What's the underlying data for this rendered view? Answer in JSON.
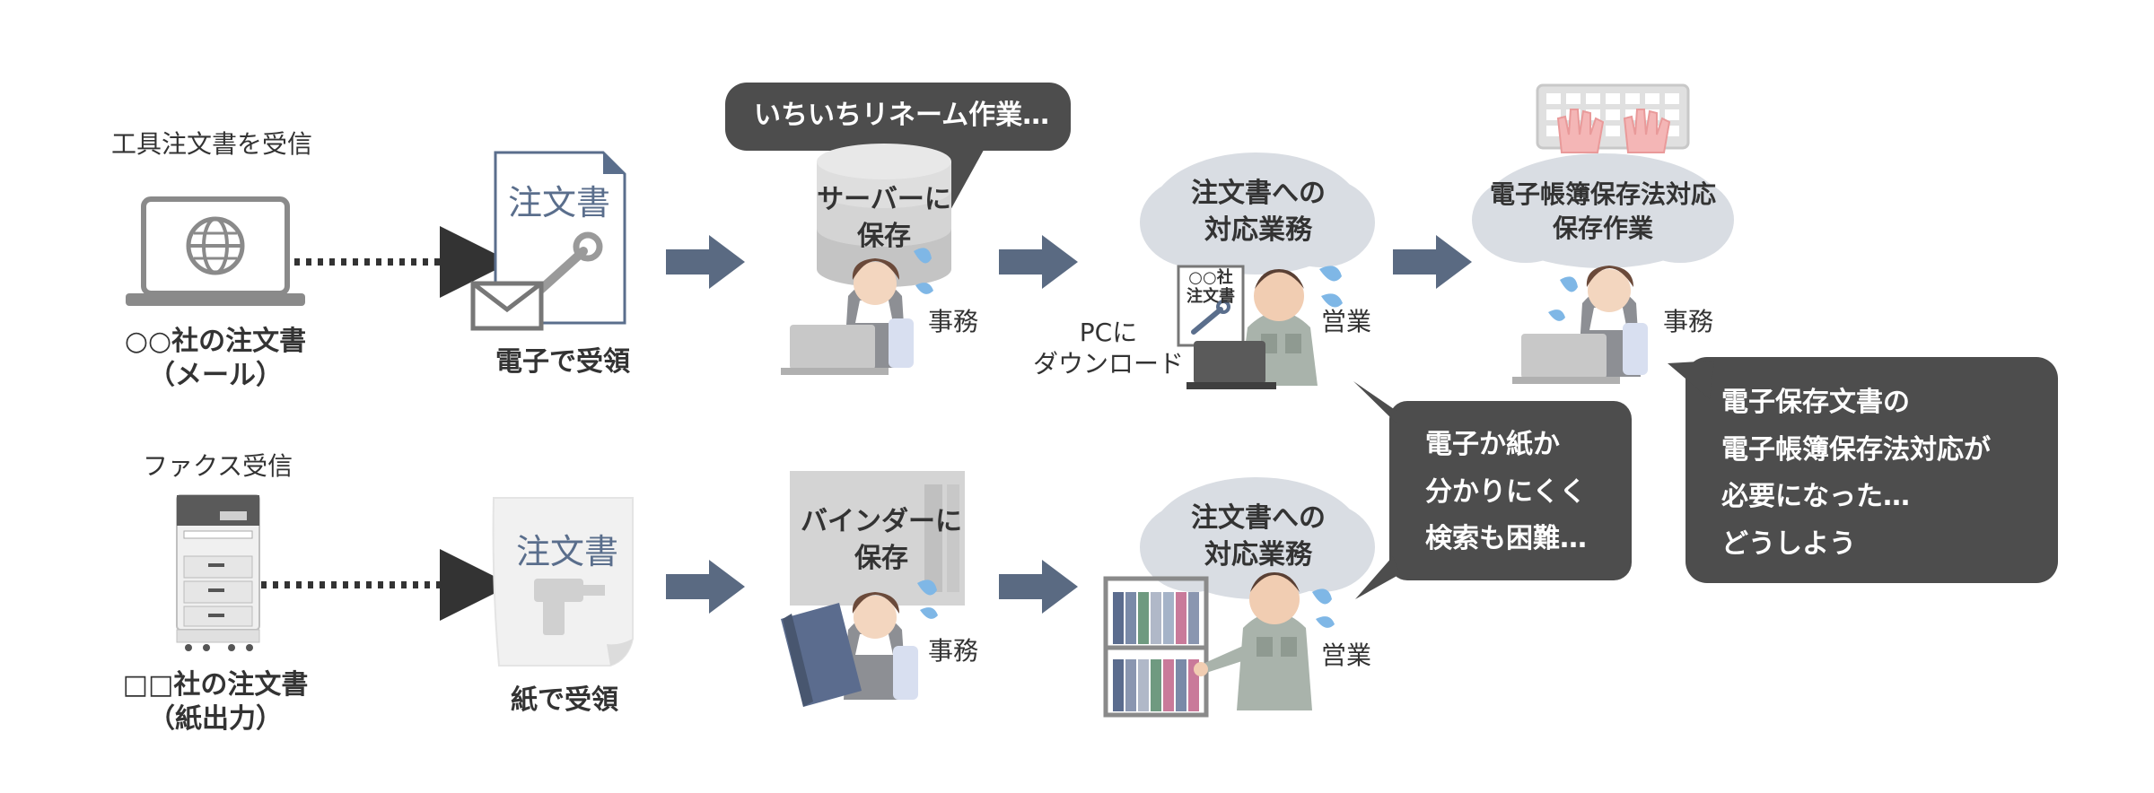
{
  "top": {
    "source_caption": "工具注文書を受信",
    "source_label": [
      "○○社の注文書",
      "（メール）"
    ],
    "doc_title": "注文書",
    "receive_label": "電子で受領",
    "bubble_rename": "いちいちリネーム作業…",
    "server_label": [
      "サーバーに",
      "保存"
    ],
    "clerk_role": "事務",
    "download_label": [
      "PCに",
      "ダウンロード"
    ],
    "small_doc": [
      "○○社",
      "注文書"
    ],
    "order_cloud": [
      "注文書への",
      "対応業務"
    ],
    "sales_role": "営業",
    "archive_cloud": [
      "電子帳簿保存法対応",
      "保存作業"
    ],
    "archive_role": "事務"
  },
  "bottom": {
    "source_caption": "ファクス受信",
    "source_label": [
      "□□社の注文書",
      "（紙出力）"
    ],
    "doc_title": "注文書",
    "receive_label": "紙で受領",
    "binder_label": [
      "バインダーに",
      "保存"
    ],
    "clerk_role": "事務",
    "order_cloud": [
      "注文書への",
      "対応業務"
    ],
    "sales_role": "営業"
  },
  "callouts": {
    "search": [
      "電子か紙か",
      "分かりにくく",
      "検索も困難…"
    ],
    "law": [
      "電子保存文書の",
      "電子帳簿保存法対応が",
      "必要になった…",
      "どうしよう"
    ]
  },
  "colors": {
    "arrow": "#5a6a82",
    "bubble": "#4d4d4d",
    "cloud": "#d9dde3",
    "accent_blue": "#5a6e8c",
    "sweat": "#7fb7e6"
  }
}
